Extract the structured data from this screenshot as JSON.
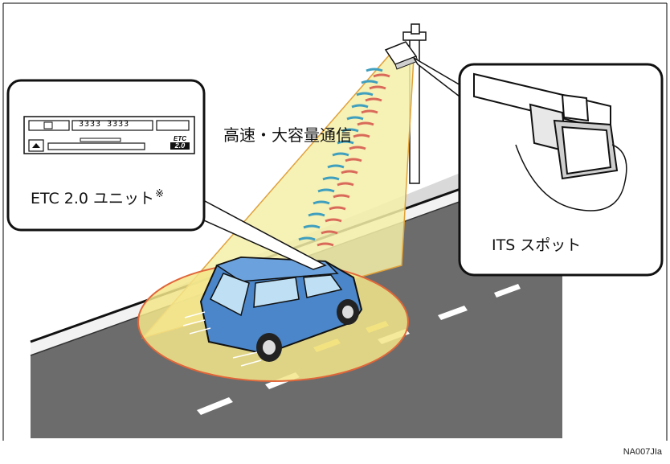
{
  "labels": {
    "communication": "高速・大容量通信",
    "etc_unit": "ETC 2.0 ユニット",
    "etc_unit_mark": "※",
    "its_spot": "ITS スポット",
    "figure_code": "NA007JIa"
  },
  "etc_device": {
    "logo_top": "ETC",
    "logo_bottom": "2.0",
    "display_digits": "3333 3333"
  },
  "colors": {
    "beam": "#f4efa6",
    "beam_edge": "#e3a23b",
    "zone_ring": "#e0663a",
    "wave_blue": "#3f9fbe",
    "wave_red": "#d96a5a",
    "car_body": "#4a86c9",
    "road": "#6f6f6f",
    "sidewalk": "#d9d9d9"
  },
  "icons": [
    "etc-device-icon",
    "its-antenna-icon",
    "car-icon",
    "pole-icon"
  ]
}
